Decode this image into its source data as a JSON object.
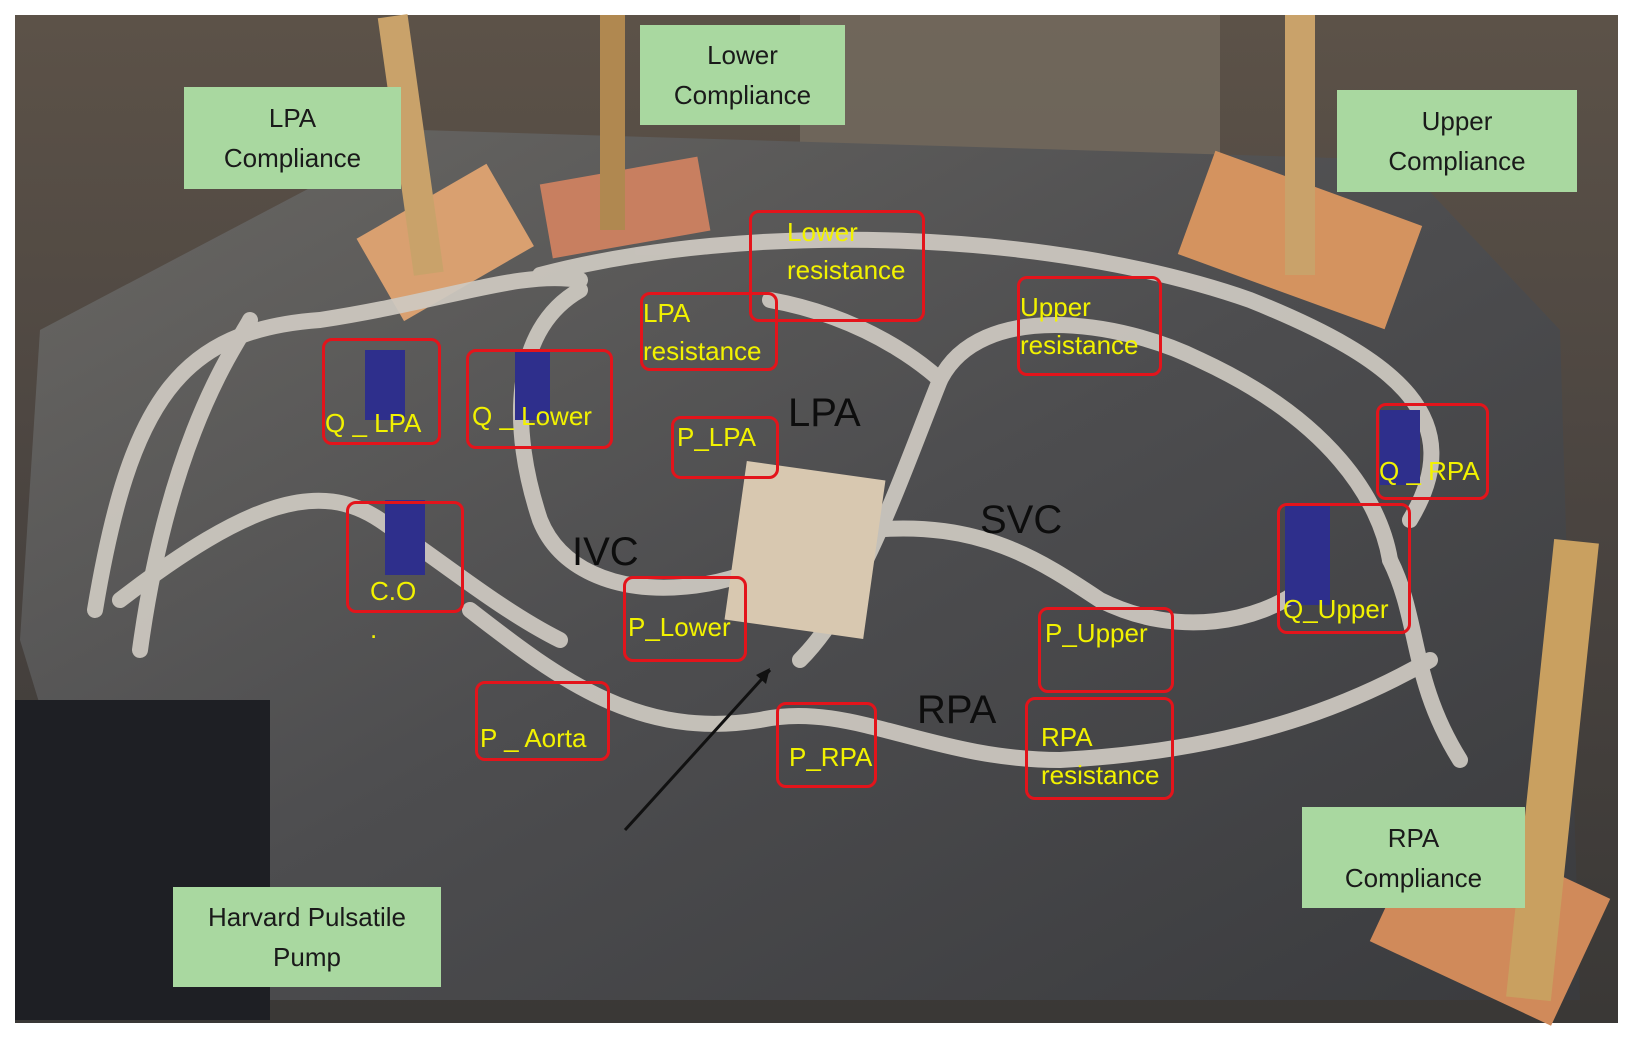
{
  "compliance_boxes": [
    {
      "id": "lpa-compliance",
      "text": "LPA\nCompliance"
    },
    {
      "id": "lower-compliance",
      "text": "Lower\nCompliance"
    },
    {
      "id": "upper-compliance",
      "text": "Upper\nCompliance"
    },
    {
      "id": "rpa-compliance",
      "text": "RPA\nCompliance"
    },
    {
      "id": "harvard-pump",
      "text": "Harvard Pulsatile\nPump"
    }
  ],
  "tags": [
    {
      "id": "lower-resistance",
      "text": "Lower\nresistance"
    },
    {
      "id": "lpa-resistance",
      "text": "LPA\nresistance"
    },
    {
      "id": "upper-resistance",
      "text": "Upper\nresistance"
    },
    {
      "id": "q-lpa",
      "text": "Q _ LPA"
    },
    {
      "id": "q-lower",
      "text": "Q _ Lower"
    },
    {
      "id": "p-lpa",
      "text": "P_LPA"
    },
    {
      "id": "q-rpa",
      "text": "Q _ RPA"
    },
    {
      "id": "c-o",
      "text": "C.O\n."
    },
    {
      "id": "q-upper",
      "text": "Q_Upper"
    },
    {
      "id": "p-lower",
      "text": "P_Lower"
    },
    {
      "id": "p-upper",
      "text": "P_Upper"
    },
    {
      "id": "p-aorta",
      "text": "P _ Aorta"
    },
    {
      "id": "p-rpa",
      "text": "P_RPA"
    },
    {
      "id": "rpa-resistance",
      "text": "RPA\nresistance"
    }
  ],
  "regions": [
    {
      "id": "lpa",
      "text": "LPA"
    },
    {
      "id": "ivc",
      "text": "IVC"
    },
    {
      "id": "svc",
      "text": "SVC"
    },
    {
      "id": "rpa",
      "text": "RPA"
    }
  ],
  "colors": {
    "tag_border": "#e3141b",
    "tag_text": "#f2f200",
    "compliance_box": "#a9d8a0",
    "table_surface": "#3f4144"
  }
}
